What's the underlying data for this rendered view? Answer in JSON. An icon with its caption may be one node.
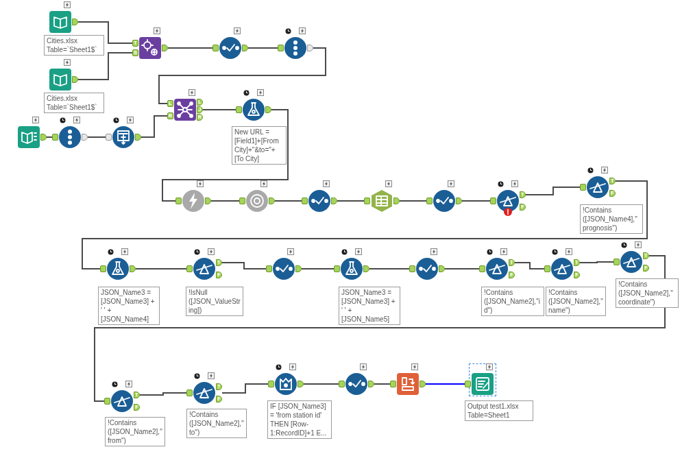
{
  "diagram": {
    "nodes": [
      {
        "text": [],
        "shape": "box",
        "beside": [
          "Cities.xlsx Table=`Sheet1$`"
        ]
      },
      {
        "text": [],
        "shape": "box",
        "beside": [
          "Cities.xlsx Table=`Sheet1$`"
        ]
      },
      {
        "text": [],
        "shape": "box"
      },
      {
        "text": [],
        "shape": "circle"
      },
      {
        "text": [],
        "shape": "box"
      },
      {
        "text": [],
        "shape": "circle"
      },
      {
        "text": [],
        "shape": "circle"
      },
      {
        "text": [],
        "shape": "circle"
      },
      {
        "text": [],
        "shape": "box"
      },
      {
        "text": [],
        "shape": "circle",
        "beside": [
          "New URL = [Field1]+[From City]+\"&to=\"+[To City]"
        ]
      },
      {
        "text": [],
        "shape": "circle"
      },
      {
        "text": [],
        "shape": "circle"
      },
      {
        "text": [],
        "shape": "circle"
      },
      {
        "text": [],
        "shape": "hexagon"
      },
      {
        "text": [],
        "shape": "circle"
      },
      {
        "text": [],
        "shape": "circle"
      },
      {
        "text": [],
        "shape": "circle",
        "beside": [
          "!Contains ([JSON_Name4],\"prognosis\")"
        ]
      },
      {
        "text": [],
        "shape": "circle",
        "beside": [
          "JSON_Name3 = [JSON_Name3] + ' ' + [JSON_Name4]"
        ]
      },
      {
        "text": [],
        "shape": "circle",
        "beside": [
          "!IsNull ([JSON_ValueString])"
        ]
      },
      {
        "text": [],
        "shape": "circle"
      },
      {
        "text": [],
        "shape": "circle",
        "beside": [
          "JSON_Name3 = [JSON_Name3] + ' ' + [JSON_Name5]"
        ]
      },
      {
        "text": [],
        "shape": "circle"
      },
      {
        "text": [],
        "shape": "circle",
        "beside": [
          "!Contains ([JSON_Name2],\"id\")"
        ]
      },
      {
        "text": [],
        "shape": "circle",
        "beside": [
          "!Contains ([JSON_Name2],\"name\")"
        ]
      },
      {
        "text": [],
        "shape": "circle",
        "beside": [
          "!Contains ([JSON_Name2],\"coordinate\")"
        ]
      },
      {
        "text": [],
        "shape": "circle",
        "beside": [
          "!Contains ([JSON_Name2],\"from\")"
        ]
      },
      {
        "text": [],
        "shape": "circle",
        "beside": [
          "!Contains ([JSON_Name2],\"to\")"
        ]
      },
      {
        "text": [],
        "shape": "circle",
        "beside": [
          "IF [JSON_Name3] = 'from station id' THEN [Row-1:RecordID]+1 E..."
        ]
      },
      {
        "text": [],
        "shape": "circle"
      },
      {
        "text": [],
        "shape": "box"
      },
      {
        "text": [],
        "shape": "box",
        "beside": [
          "Output test1.xlsx Table=Sheet1"
        ]
      }
    ],
    "edges": [
      {
        "from": 0,
        "to": 4,
        "arrow": "none"
      },
      {
        "from": 1,
        "to": 4,
        "arrow": "none"
      },
      {
        "from": 4,
        "to": 5,
        "arrow": "none"
      },
      {
        "from": 5,
        "to": 6,
        "arrow": "none"
      },
      {
        "from": 6,
        "to": 8,
        "arrow": "none"
      },
      {
        "from": 2,
        "to": 3,
        "arrow": "none"
      },
      {
        "from": 3,
        "to": 7,
        "arrow": "none"
      },
      {
        "from": 7,
        "to": 8,
        "arrow": "none"
      },
      {
        "from": 8,
        "to": 9,
        "arrow": "none"
      },
      {
        "from": 9,
        "to": 10,
        "arrow": "none"
      },
      {
        "from": 10,
        "to": 11,
        "arrow": "none"
      },
      {
        "from": 11,
        "to": 12,
        "arrow": "none"
      },
      {
        "from": 12,
        "to": 13,
        "arrow": "none"
      },
      {
        "from": 13,
        "to": 14,
        "arrow": "none"
      },
      {
        "from": 14,
        "to": 15,
        "arrow": "none"
      },
      {
        "from": 15,
        "to": 16,
        "arrow": "none"
      },
      {
        "from": 16,
        "to": 17,
        "arrow": "none"
      },
      {
        "from": 17,
        "to": 18,
        "arrow": "none"
      },
      {
        "from": 18,
        "to": 19,
        "arrow": "none"
      },
      {
        "from": 19,
        "to": 20,
        "arrow": "none"
      },
      {
        "from": 20,
        "to": 21,
        "arrow": "none"
      },
      {
        "from": 21,
        "to": 22,
        "arrow": "none"
      },
      {
        "from": 22,
        "to": 23,
        "arrow": "none"
      },
      {
        "from": 23,
        "to": 24,
        "arrow": "none"
      },
      {
        "from": 24,
        "to": 25,
        "arrow": "none"
      },
      {
        "from": 25,
        "to": 26,
        "arrow": "none"
      },
      {
        "from": 26,
        "to": 27,
        "arrow": "none"
      },
      {
        "from": 27,
        "to": 28,
        "arrow": "none"
      },
      {
        "from": 28,
        "to": 29,
        "arrow": "none"
      },
      {
        "from": 29,
        "to": 30,
        "arrow": "none",
        "color": "#0000ff"
      }
    ],
    "labels": [
      "T",
      "S",
      "L",
      "R",
      "L",
      "J",
      "R",
      "T",
      "F",
      "T",
      "F",
      "T",
      "F",
      "T",
      "F",
      "T",
      "F",
      "T",
      "F",
      "T",
      "F",
      "T",
      "F"
    ]
  }
}
